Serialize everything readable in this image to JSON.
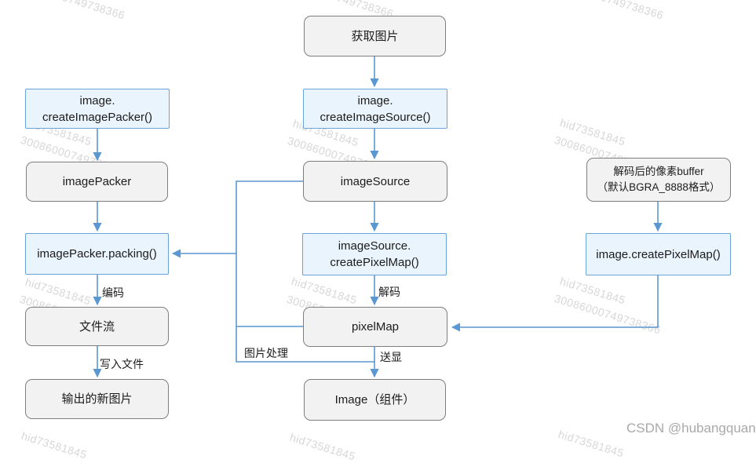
{
  "diagram": {
    "nodes": {
      "get_image": {
        "text": "获取图片"
      },
      "create_image_packer": {
        "line1": "image.",
        "line2": "createImagePacker()"
      },
      "create_image_source": {
        "line1": "image.",
        "line2": "createImageSource()"
      },
      "image_packer": {
        "text": "imagePacker"
      },
      "image_source": {
        "text": "imageSource"
      },
      "pixel_buffer": {
        "line1": "解码后的像素buffer",
        "line2": "（默认BGRA_8888格式）"
      },
      "image_packer_packing": {
        "text": "imagePacker.packing()"
      },
      "image_source_create_pixel_map": {
        "line1": "imageSource.",
        "line2": "createPixelMap()"
      },
      "image_create_pixel_map": {
        "text": "image.createPixelMap()"
      },
      "file_stream": {
        "text": "文件流"
      },
      "pixel_map": {
        "text": "pixelMap"
      },
      "output_image": {
        "text": "输出的新图片"
      },
      "image_component": {
        "text": "Image（组件）"
      }
    },
    "edge_labels": {
      "encode": "编码",
      "write_file": "写入文件",
      "decode": "解码",
      "display": "送显",
      "image_processing": "图片处理"
    }
  },
  "watermarks": {
    "top_text": "0749738366",
    "id_text": "hid73581845",
    "serial_text": "30086000749738366"
  },
  "credit": "CSDN @hubangquan",
  "colors": {
    "line_blue": "#5b97d0",
    "box_blue_fill": "#eaf4fc",
    "box_blue_border": "#69a3d9",
    "box_grey_fill": "#f2f2f3",
    "box_grey_border": "#7e7e7e",
    "watermark_grey": "#d7d7d7",
    "credit_grey": "#a9a9a9",
    "text_dark": "#1c1c1c"
  }
}
